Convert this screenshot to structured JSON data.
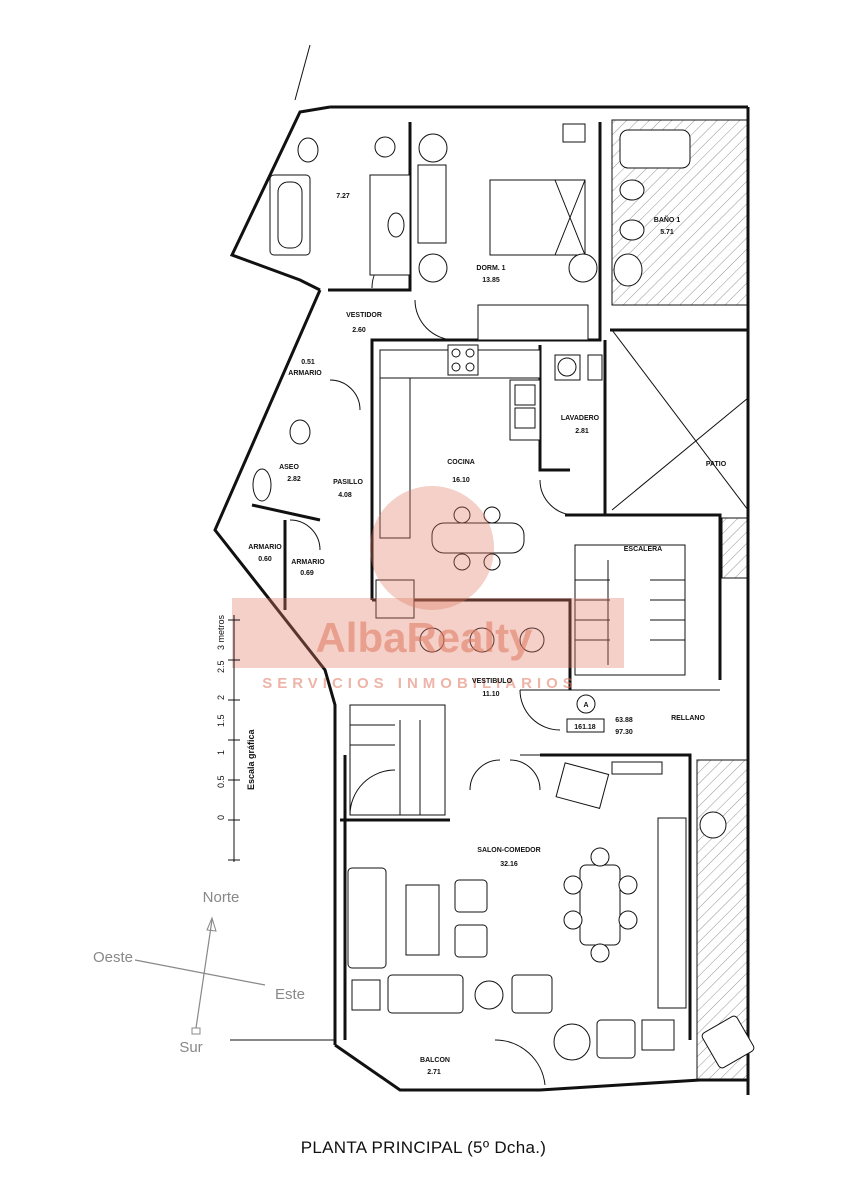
{
  "plan_title": "PLANTA PRINCIPAL  (5º Dcha.)",
  "rooms": {
    "bano2": {
      "name": "",
      "area": "7.27"
    },
    "dorm1": {
      "name": "DORM. 1",
      "area": "13.85"
    },
    "bano1": {
      "name": "BAÑO 1",
      "area": "5.71"
    },
    "vestidor": {
      "name": "VESTIDOR",
      "area": "2.60"
    },
    "armario1": {
      "name": "ARMARIO",
      "area": "0.51"
    },
    "cocina": {
      "name": "COCINA",
      "area": "16.10"
    },
    "lavadero": {
      "name": "LAVADERO",
      "area": "2.81"
    },
    "patio": {
      "name": "PATIO",
      "area": ""
    },
    "aseo": {
      "name": "ASEO",
      "area": "2.82"
    },
    "pasillo": {
      "name": "PASILLO",
      "area": "4.08"
    },
    "armario2": {
      "name": "ARMARIO",
      "area": "0.60"
    },
    "armario3": {
      "name": "ARMARIO",
      "area": "0.69"
    },
    "escalera": {
      "name": "ESCALERA",
      "area": ""
    },
    "vestibulo": {
      "name": "VESTIBULO",
      "area": "11.10"
    },
    "rellano": {
      "name": "RELLANO",
      "area": ""
    },
    "salon": {
      "name": "SALON-COMEDOR",
      "area": "32.16"
    },
    "balcon": {
      "name": "BALCON",
      "area": "2.71"
    }
  },
  "totals": {
    "marker": "A",
    "total": "161.18",
    "useful": "63.88",
    "built": "97.30"
  },
  "scale": {
    "label": "Escala gráfica",
    "ticks": [
      "0",
      "0.5",
      "1",
      "1.5",
      "2",
      "2.5",
      "3 metros"
    ]
  },
  "compass": {
    "north": "Norte",
    "south": "Sur",
    "east": "Este",
    "west": "Oeste"
  },
  "watermark": {
    "brand": "AlbaRealty",
    "tagline": "SERVICIOS INMOBILIARIOS"
  },
  "colors": {
    "line": "#111111",
    "compass": "#888888",
    "watermark": "#e07860"
  }
}
